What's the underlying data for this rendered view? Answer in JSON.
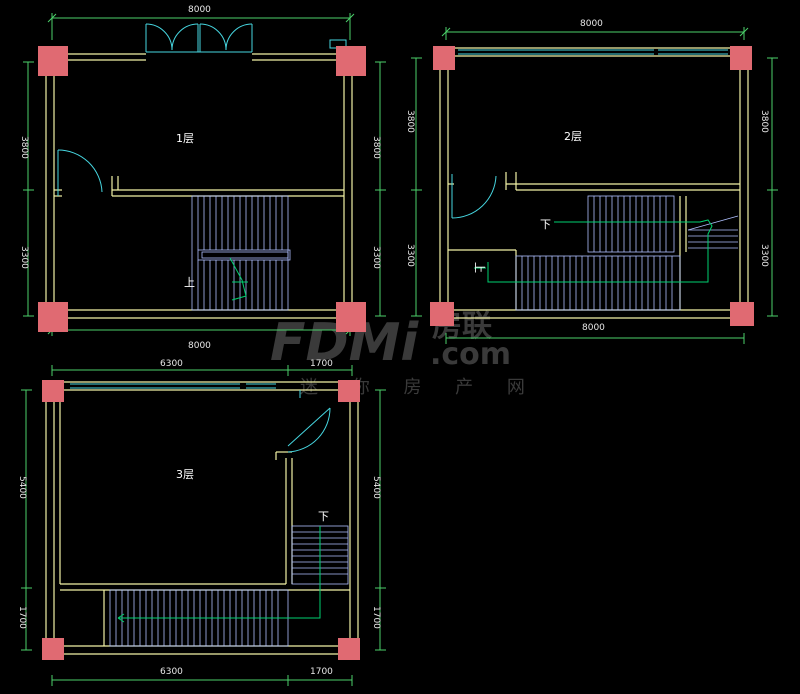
{
  "colors": {
    "background": "#000000",
    "wall": "#f2f2a6",
    "column": "#e06a72",
    "dimension": "#4bd06a",
    "window": "#46d6e0",
    "stair": "#b0c0ff",
    "arrow": "#00d070",
    "door": "#46d6e0",
    "watermark": "#3a3a3a"
  },
  "floor1": {
    "title": "1层",
    "top_dim": "8000",
    "bottom_dim": "8000",
    "left_upper_dim": "3800",
    "left_lower_dim": "3300",
    "right_upper_dim": "3800",
    "right_lower_dim": "3300",
    "stair_label": "上"
  },
  "floor2": {
    "title": "2层",
    "top_dim": "8000",
    "bottom_dim": "8000",
    "left_upper_dim": "3800",
    "left_lower_dim": "3300",
    "right_upper_dim": "3800",
    "right_lower_dim": "3300",
    "stair_down_label": "下",
    "stair_up_label": "上"
  },
  "floor3": {
    "title": "3层",
    "top_dim_left": "6300",
    "top_dim_right": "1700",
    "bottom_dim_left": "6300",
    "bottom_dim_right": "1700",
    "left_upper_dim": "5400",
    "left_lower_dim": "1700",
    "right_upper_dim": "5400",
    "right_lower_dim": "1700",
    "stair_label": "下"
  },
  "watermark": {
    "brand": "FDMi",
    "brand_cn": "房联",
    "domain": ".com",
    "subtitle": "迷 你 房 产 网"
  }
}
